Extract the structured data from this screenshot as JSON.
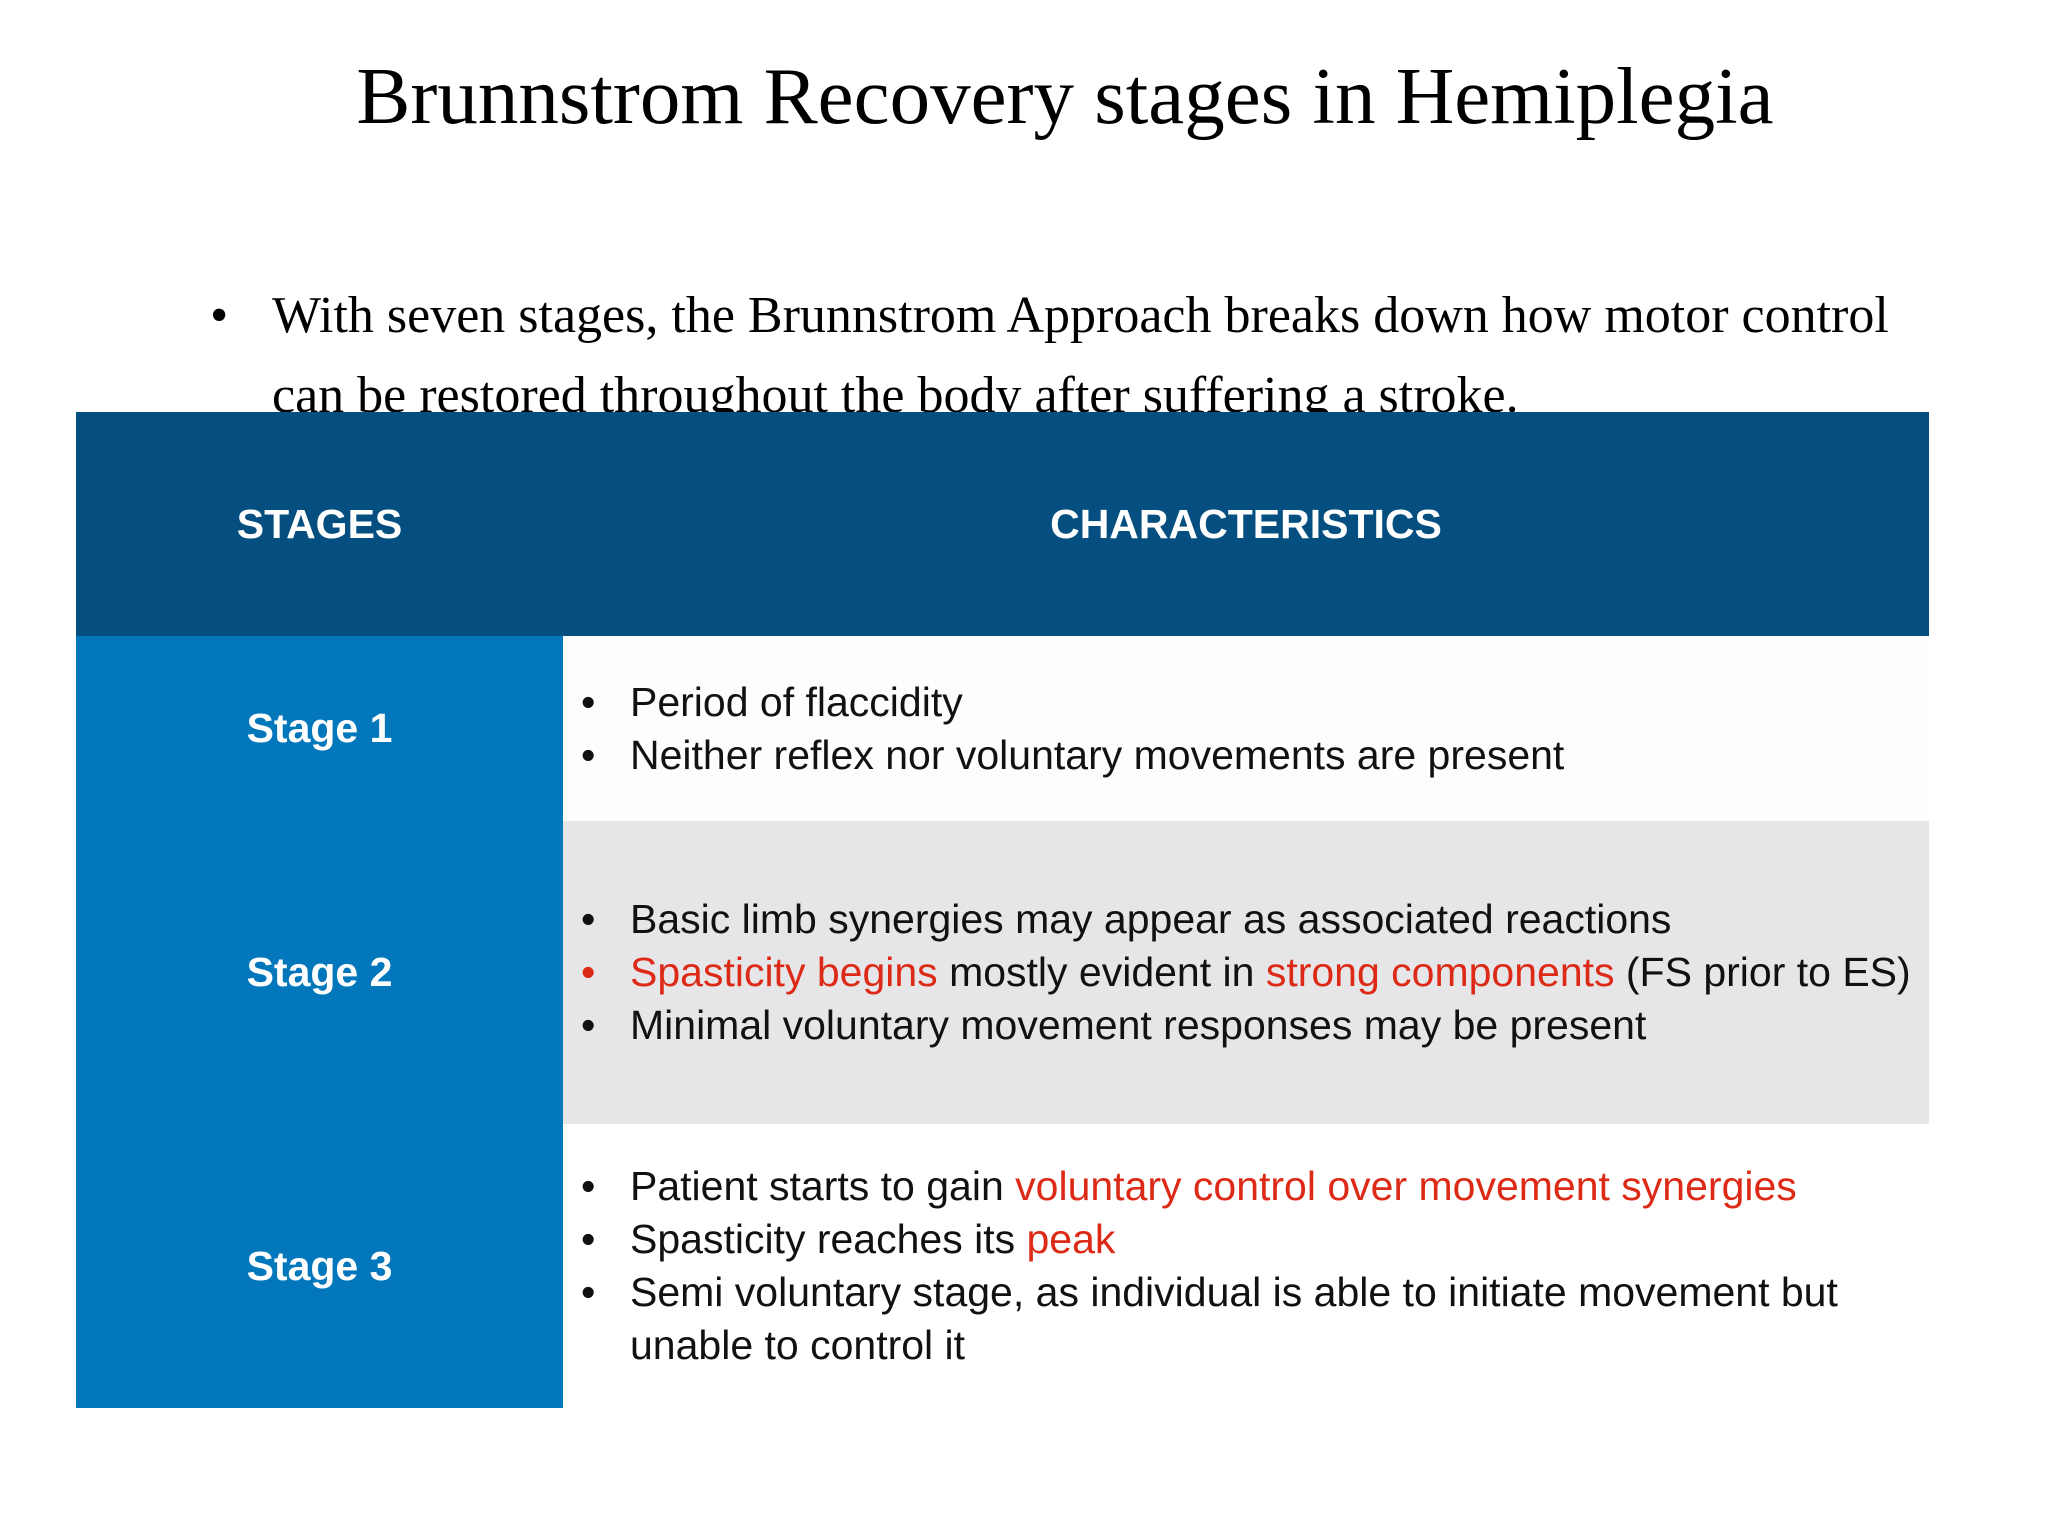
{
  "title": "Brunnstrom Recovery stages in Hemiplegia",
  "intro": {
    "bullet": "•",
    "text": "With seven stages, the Brunnstrom Approach breaks down how motor control can be restored throughout the body after suffering a stroke."
  },
  "table": {
    "headers": {
      "stages": "STAGES",
      "characteristics": "CHARACTERISTICS"
    },
    "rows": [
      {
        "stage": "Stage 1",
        "items": [
          {
            "bullet": "•",
            "parts": [
              "Period of flaccidity"
            ]
          },
          {
            "bullet": "•",
            "parts": [
              "Neither reflex nor voluntary movements are present"
            ]
          }
        ]
      },
      {
        "stage": "Stage 2",
        "items": [
          {
            "bullet": "•",
            "parts": [
              "Basic limb synergies may appear as associated reactions"
            ]
          },
          {
            "bullet": "•",
            "parts": [
              "Spasticity begins",
              " mostly evident in ",
              "strong components",
              " (FS prior to ES)"
            ]
          },
          {
            "bullet": "•",
            "parts": [
              "Minimal voluntary movement responses may be present"
            ]
          }
        ]
      },
      {
        "stage": "Stage 3",
        "items": [
          {
            "bullet": "•",
            "parts": [
              "Patient starts to gain ",
              "voluntary control over movement synergies"
            ]
          },
          {
            "bullet": "•",
            "parts": [
              "Spasticity reaches its ",
              "peak"
            ]
          },
          {
            "bullet": "•",
            "parts": [
              "Semi voluntary stage, as individual is able to initiate movement but unable to control it"
            ]
          }
        ]
      }
    ]
  },
  "colors": {
    "header_bg": "#054f80",
    "stage_bg": "#0277bc",
    "highlight_red": "#dd2a16",
    "row2_bg": "#e6e6e9"
  }
}
